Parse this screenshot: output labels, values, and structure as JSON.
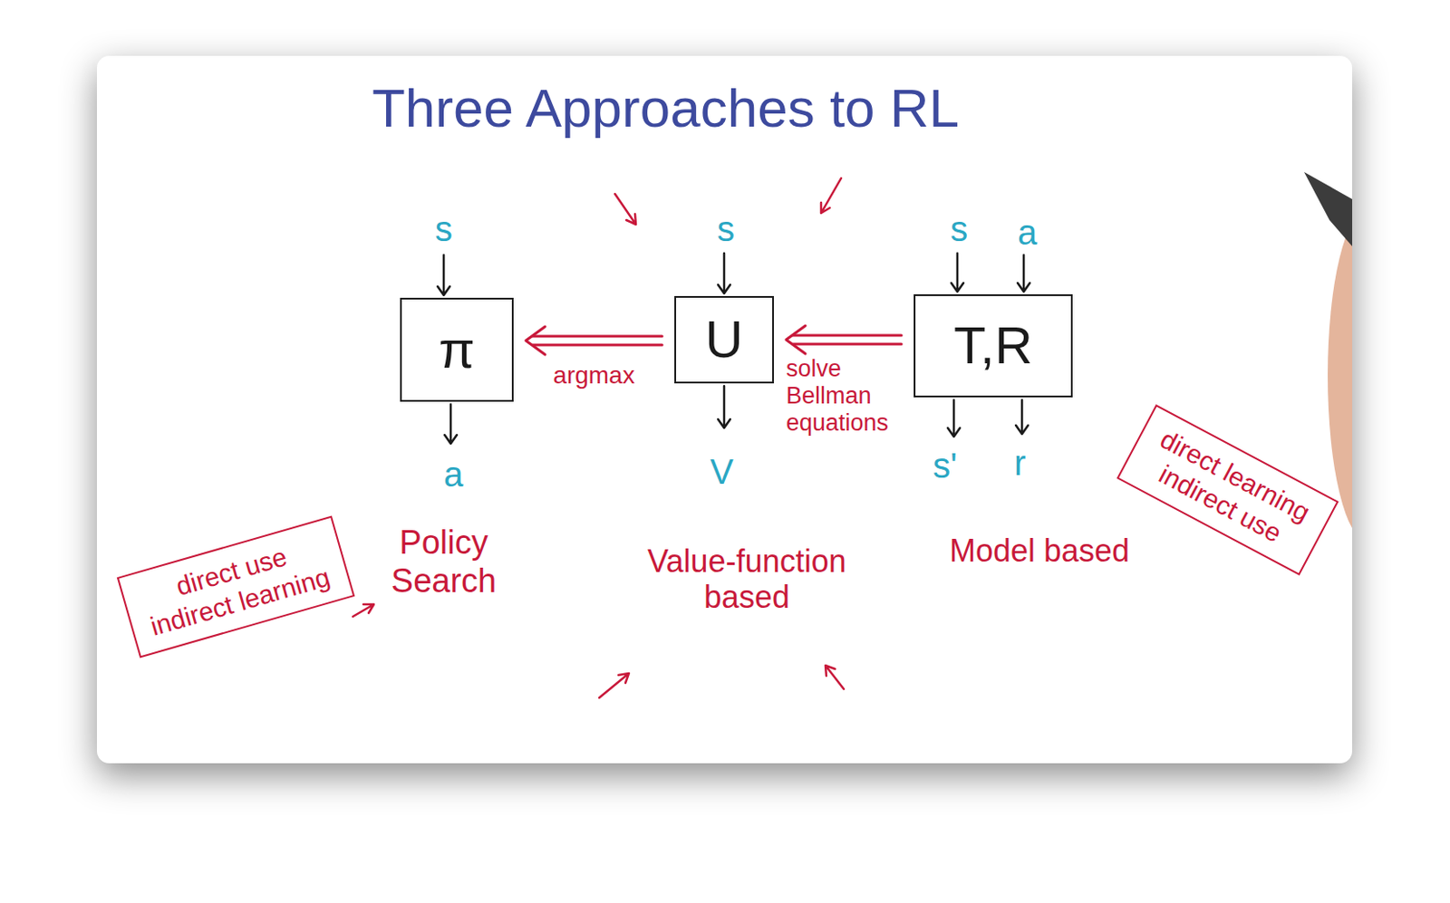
{
  "diagram": {
    "title": "Three Approaches to RL",
    "nodes": [
      {
        "text": [
          "π"
        ]
      },
      {
        "text": [
          "U"
        ]
      },
      {
        "text": [
          "T,R"
        ]
      },
      {
        "text": [
          "direct use indirect learning"
        ]
      },
      {
        "text": [
          "direct learning indirect use"
        ]
      }
    ],
    "edges": [
      {
        "from": 1,
        "to": 0,
        "arrow": "to",
        "label": "argmax"
      },
      {
        "from": 2,
        "to": 1,
        "arrow": "to",
        "label": "solve Bellman equations"
      }
    ],
    "labels": [
      "s",
      "s",
      "s",
      "a",
      "a",
      "V",
      "s'",
      "r",
      "Policy Search",
      "Value-function based",
      "Model based"
    ]
  }
}
